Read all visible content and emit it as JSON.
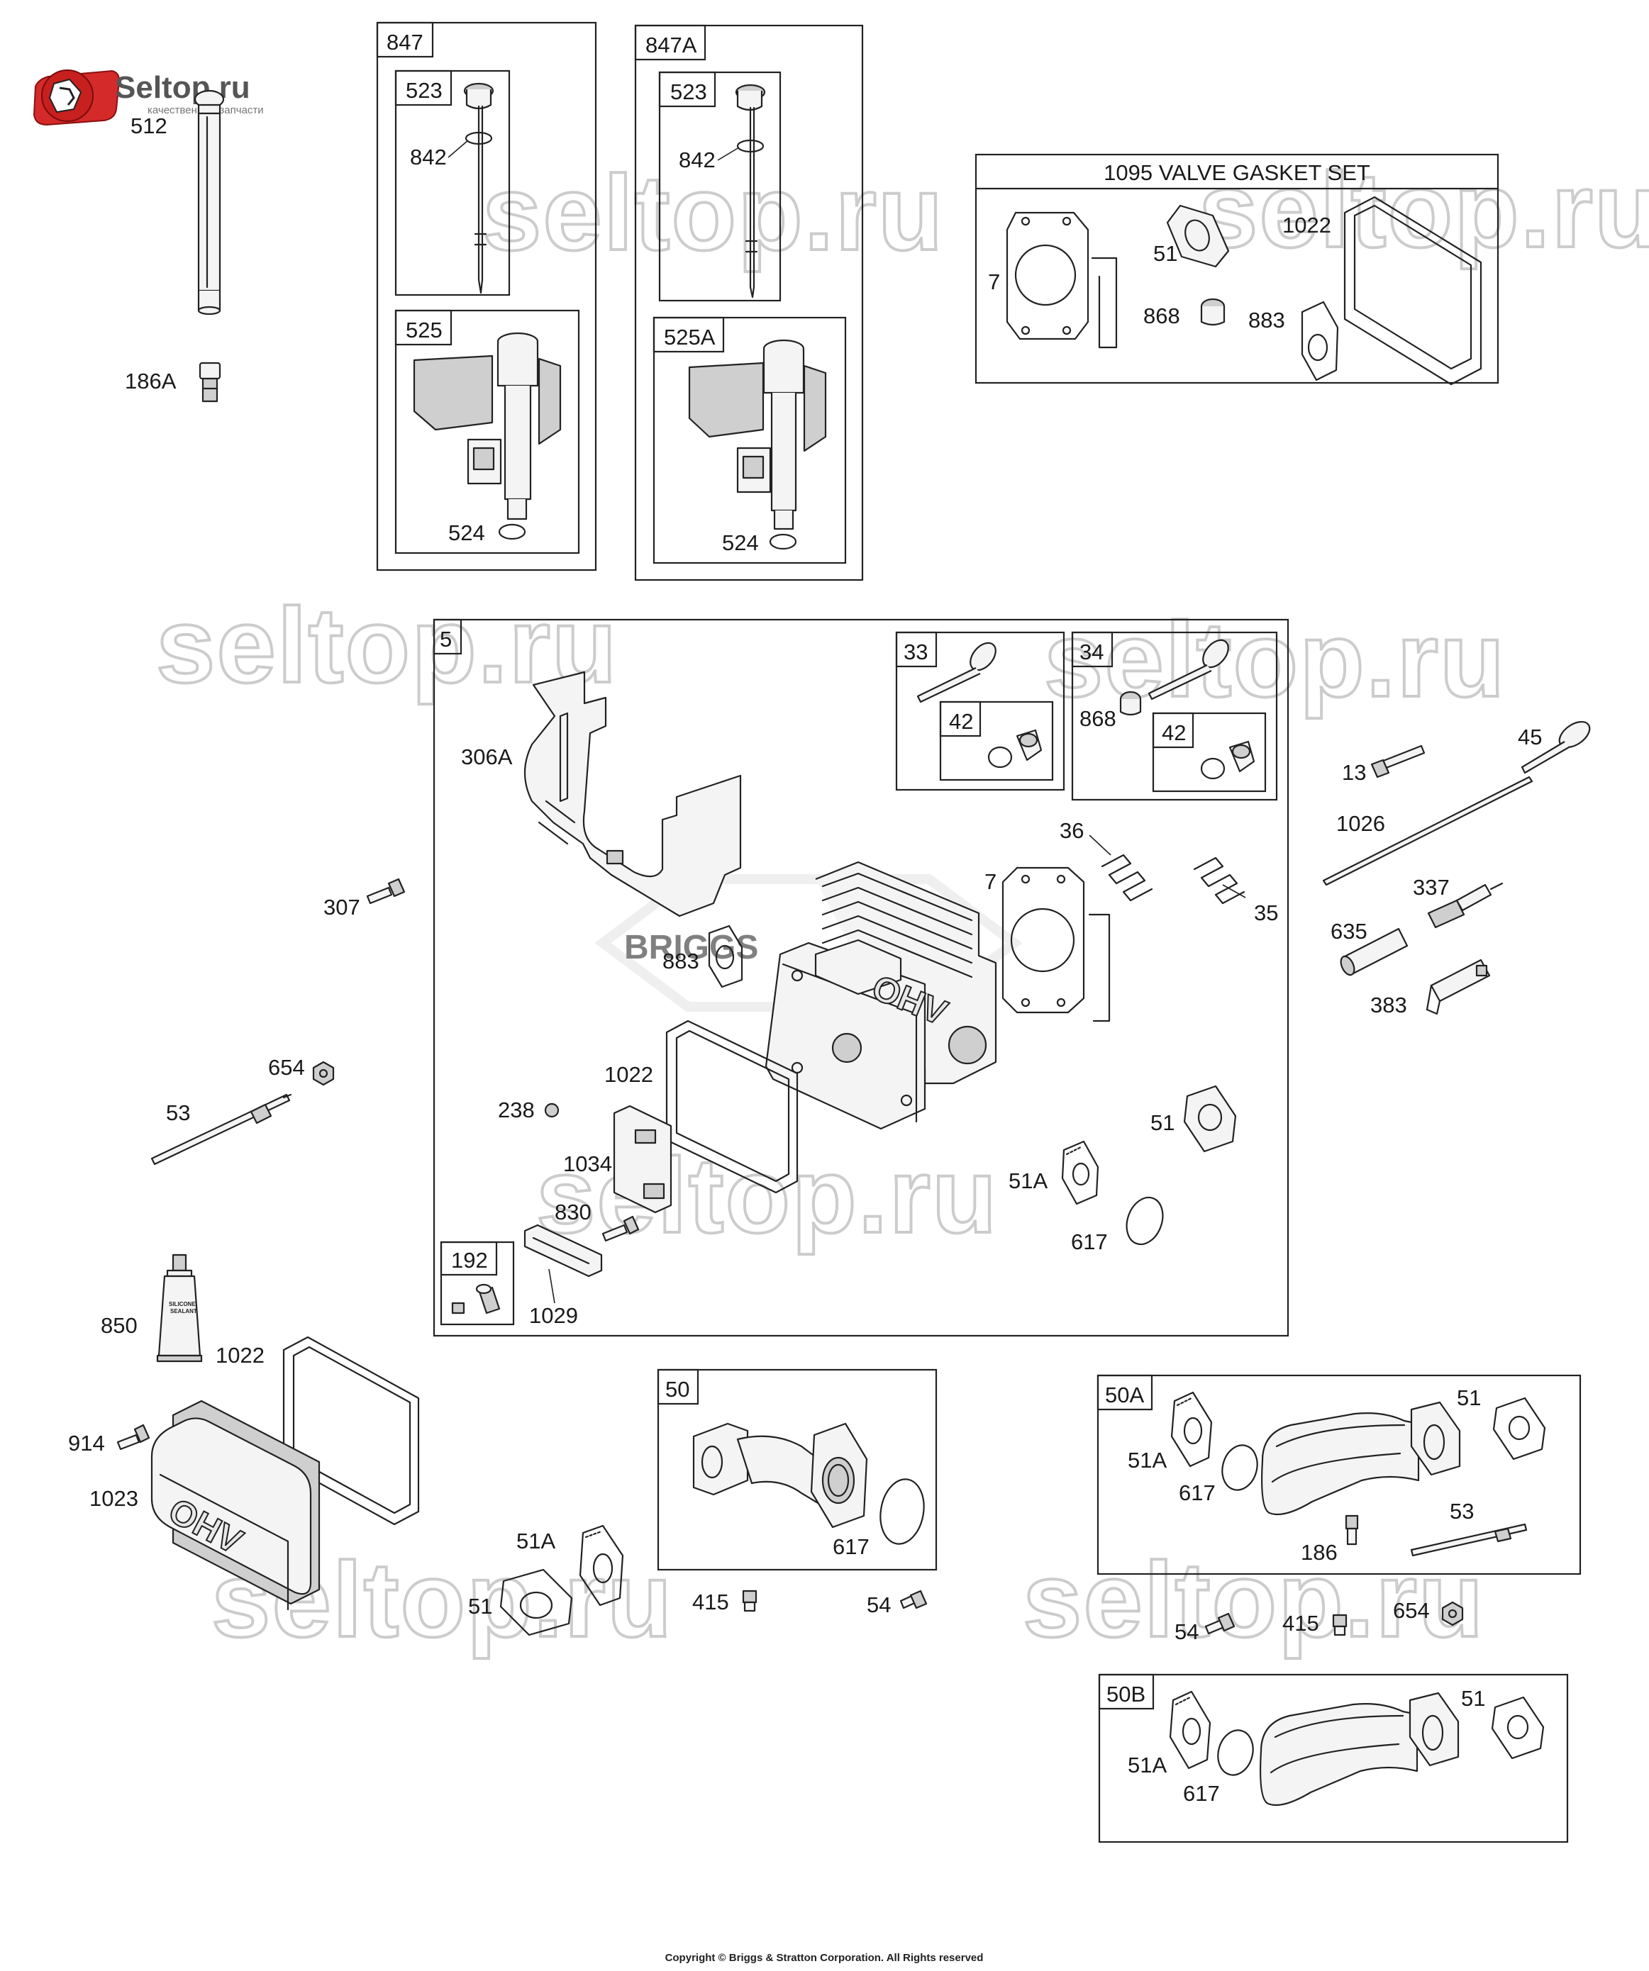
{
  "logo": {
    "brand": "Seltop.ru",
    "tagline": "качественные запчасти"
  },
  "watermark": "seltop.ru",
  "bg_watermark": "BRIGGS",
  "copyright": "Copyright © Briggs & Stratton Corporation. All Rights reserved",
  "tube_text": [
    "SILICONE",
    "SEALANT"
  ],
  "cover_text": "OHV",
  "head_text": "OHV",
  "boxes": {
    "b847": "847",
    "b523a": "523",
    "b525": "525",
    "b847A": "847A",
    "b523b": "523",
    "b525A": "525A",
    "b1095": "1095 VALVE GASKET SET",
    "b5": "5",
    "b33": "33",
    "b42a": "42",
    "b34": "34",
    "b42b": "42",
    "b192": "192",
    "b50": "50",
    "b50A": "50A",
    "b50B": "50B"
  },
  "labels": {
    "l512": "512",
    "l186A": "186A",
    "l842a": "842",
    "l524a": "524",
    "l842b": "842",
    "l524b": "524",
    "g7": "7",
    "g51": "51",
    "g868": "868",
    "g883": "883",
    "g1022": "1022",
    "l306A": "306A",
    "l307": "307",
    "l868b": "868",
    "l36": "36",
    "l35": "35",
    "l7b": "7",
    "l883b": "883",
    "l1022b": "1022",
    "l238": "238",
    "l1034": "1034",
    "l830": "830",
    "l1029": "1029",
    "l51b": "51",
    "l51Ab": "51A",
    "l617b": "617",
    "l13": "13",
    "l45": "45",
    "l1026": "1026",
    "l337": "337",
    "l635": "635",
    "l383": "383",
    "l654a": "654",
    "l53a": "53",
    "l850": "850",
    "l1022c": "1022",
    "l914": "914",
    "l1023": "1023",
    "l51Ac": "51A",
    "l51c": "51",
    "l415a": "415",
    "l54a": "54",
    "l617c": "617",
    "l51Ad": "51A",
    "l617d": "617",
    "l51d": "51",
    "l53b": "53",
    "l186": "186",
    "l54b": "54",
    "l415b": "415",
    "l654b": "654",
    "l51Ae": "51A",
    "l617e": "617",
    "l51e": "51"
  }
}
